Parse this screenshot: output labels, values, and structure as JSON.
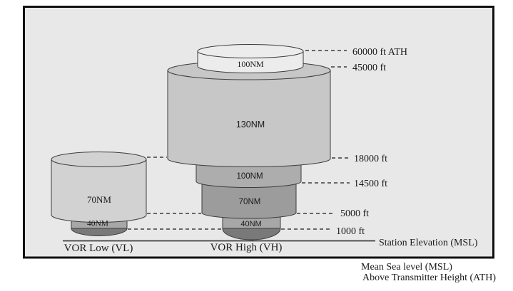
{
  "vor_low": {
    "name": "VOR Low (VL)",
    "cylinder_range": "70NM",
    "base_range": "40NM"
  },
  "vor_high": {
    "name": "VOR High (VH)",
    "top_disc_range": "100NM",
    "main_cylinder_range": "130NM",
    "tier_100_range": "100NM",
    "tier_70_range": "70NM",
    "tier_40_range": "40NM"
  },
  "altitude_labels": {
    "a60000": "60000 ft ATH",
    "a45000": "45000 ft",
    "a18000": "18000 ft",
    "a14500": "14500 ft",
    "a5000": "5000 ft",
    "a1000": "1000 ft"
  },
  "baseline": {
    "station_elevation": "Station Elevation (MSL)"
  },
  "legend": {
    "msl": "Mean Sea level (MSL)",
    "ath": "Above Transmitter Height (ATH)"
  },
  "colors": {
    "frame_bg": "#e8e8e8",
    "disc": "#ececec",
    "big_cylinder": "#c7c7c7",
    "tier_100": "#adadad",
    "tier_70": "#9c9c9c",
    "tier_40": "#a7a7a7",
    "dome": "#797979",
    "vl_cylinder": "#d2d2d2",
    "vl_pedestal": "#a7a7a7"
  }
}
